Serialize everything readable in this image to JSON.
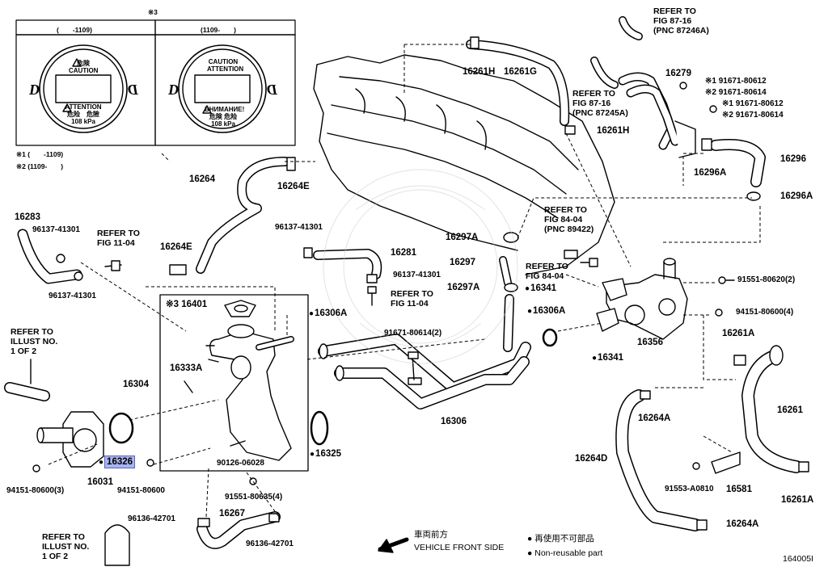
{
  "inset": {
    "note_mark": "※3",
    "left_header": "(　　-1109)",
    "right_header": "(1109-　　)",
    "left_cap_top": [
      "危険",
      "CAUTION"
    ],
    "left_cap_bottom": [
      "ATTENTION",
      "危险　危險",
      "108 kPa"
    ],
    "right_cap_top": [
      "CAUTION",
      "ATTENTION"
    ],
    "right_cap_bottom": [
      "ВНИМАНИЕ!",
      "危険 危险",
      "108 kPa"
    ],
    "d_glyph": "D",
    "footnote_1": "※1 (　　-1109)",
    "footnote_2": "※2 (1109-　　)"
  },
  "labels": {
    "p16283": "16283",
    "p96137_41301_a": "96137-41301",
    "p96137_41301_b": "96137-41301",
    "p96137_41301_c": "96137-41301",
    "p96137_41301_d": "96137-41301",
    "p16264": "16264",
    "p16264E_a": "16264E",
    "p16264E_b": "16264E",
    "p16261H_a": "16261H",
    "p16261G": "16261G",
    "p16261H_b": "16261H",
    "p16279": "16279",
    "p91671_80612_a": "※1 91671-80612",
    "p91671_80614_a": "※2 91671-80614",
    "p91671_80612_b": "※1 91671-80612",
    "p91671_80614_b": "※2 91671-80614",
    "p16296": "16296",
    "p16296A_a": "16296A",
    "p16296A_b": "16296A",
    "p16281": "16281",
    "p16297A_a": "16297A",
    "p16297": "16297",
    "p16297A_b": "16297A",
    "p16341_a": "16341",
    "p16341_b": "16341",
    "p91551_80620": "91551-80620(2)",
    "p94151_80600_4": "94151-80600(4)",
    "p16261A_a": "16261A",
    "p16261A_b": "16261A",
    "p16356": "16356",
    "p16306A_a": "16306A",
    "p16306A_b": "16306A",
    "p91671_80614_2": "91671-80614(2)",
    "p16401": "※3 16401",
    "p16304": "16304",
    "p16333A": "16333A",
    "p16306": "16306",
    "p16325": "16325",
    "p90126_06028": "90126-06028",
    "p16326": "16326",
    "p16031": "16031",
    "p94151_80600_3": "94151-80600(3)",
    "p94151_80600": "94151-80600",
    "p91551_80635": "91551-80635(4)",
    "p96136_42701_a": "96136-42701",
    "p96136_42701_b": "96136-42701",
    "p16267": "16267",
    "p16264A_a": "16264A",
    "p16264A_b": "16264A",
    "p16264D": "16264D",
    "p16261": "16261",
    "p91553_A0810": "91553-A0810",
    "p16581": "16581"
  },
  "refs": {
    "fig87_16_top": [
      "REFER TO",
      "FIG 87-16",
      "(PNC 87246A)"
    ],
    "fig87_16_mid": [
      "REFER TO",
      "FIG 87-16",
      "(PNC 87245A)"
    ],
    "fig11_04_left": [
      "REFER TO",
      "FIG 11-04"
    ],
    "fig11_04_mid": [
      "REFER TO",
      "FIG 11-04"
    ],
    "fig84_04_top": [
      "REFER TO",
      "FIG 84-04",
      "(PNC 89422)"
    ],
    "fig84_04_mid": [
      "REFER TO",
      "FIG 84-04"
    ],
    "illust_top": [
      "REFER TO",
      "ILLUST NO.",
      "1 OF 2"
    ],
    "illust_bottom": [
      "REFER TO",
      "ILLUST NO.",
      "1 OF 2"
    ]
  },
  "footer": {
    "front_jp": "車両前方",
    "front_en": "VEHICLE FRONT SIDE",
    "legend_jp": "● 再使用不可部品",
    "legend_en": "● Non-reusable part",
    "figure_id": "164005I"
  }
}
